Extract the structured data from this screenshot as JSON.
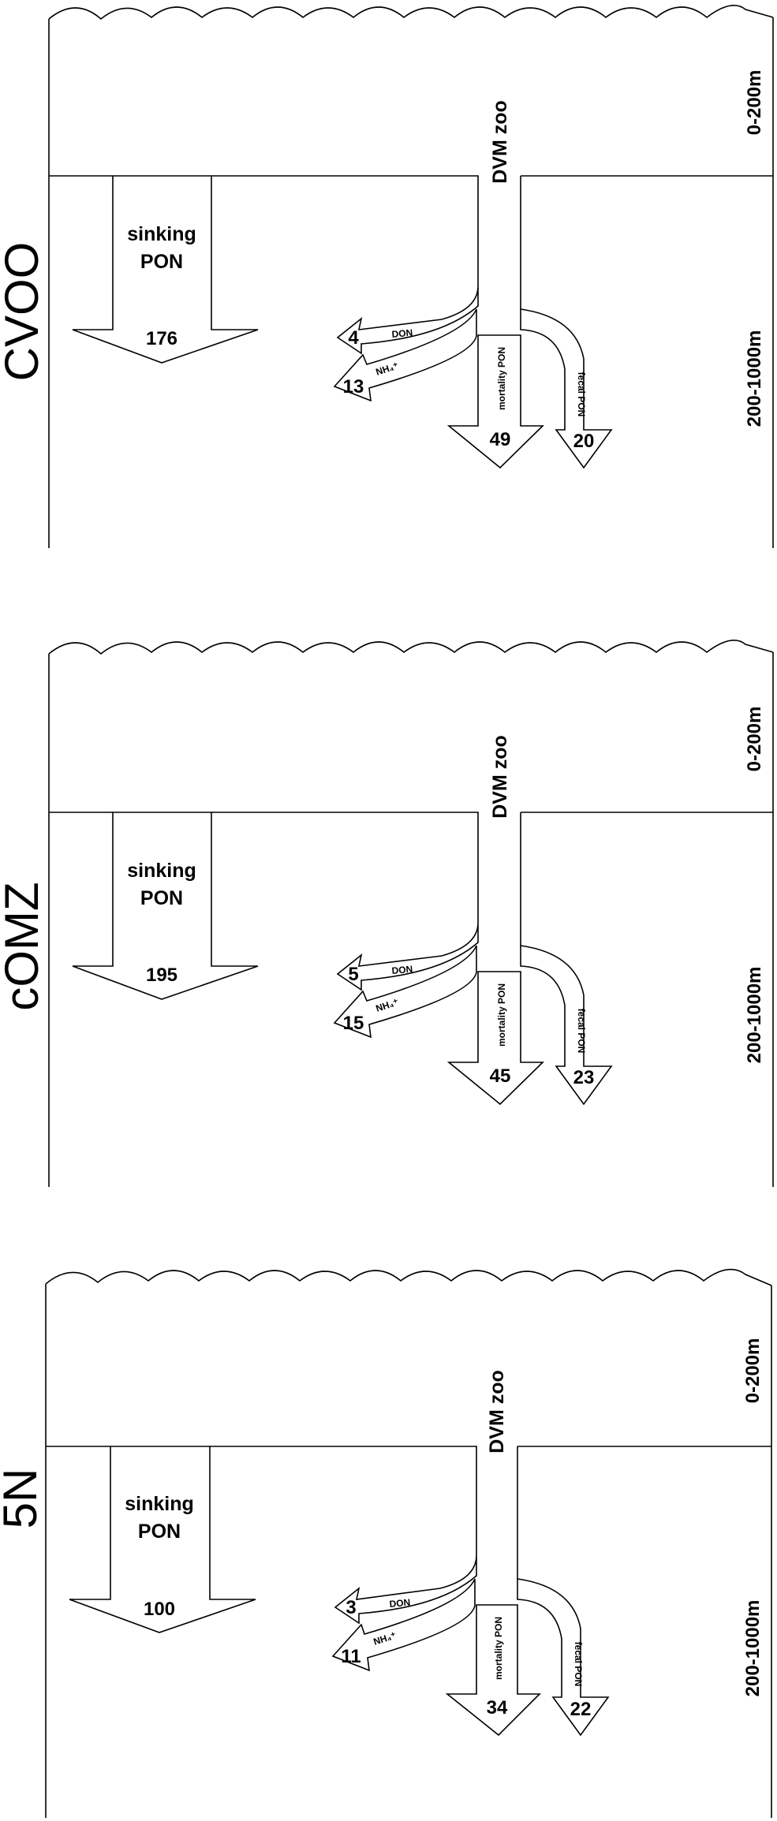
{
  "labels": {
    "sinking_pon_line1": "sinking",
    "sinking_pon_line2": "PON",
    "dvm_zoo": "DVM zoo",
    "mortality_pon": "mortality PON",
    "fecal_pon": "fecal PON",
    "don": "DON",
    "nh4": "NH₄⁺",
    "depth_upper": "0-200m",
    "depth_lower": "200-1000m"
  },
  "panels": [
    {
      "station": "CVOO",
      "sinking_pon": "176",
      "don": "4",
      "nh4": "13",
      "mortality_pon": "49",
      "fecal_pon": "20"
    },
    {
      "station": "cOMZ",
      "sinking_pon": "195",
      "don": "5",
      "nh4": "15",
      "mortality_pon": "45",
      "fecal_pon": "23"
    },
    {
      "station": "5N",
      "sinking_pon": "100",
      "don": "3",
      "nh4": "11",
      "mortality_pon": "34",
      "fecal_pon": "22"
    }
  ]
}
